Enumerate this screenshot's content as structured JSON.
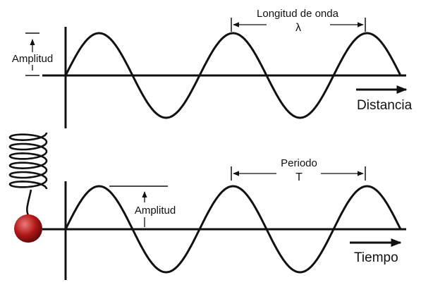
{
  "top_panel": {
    "amplitude_label": "Amplitud",
    "wavelength_label": "Longitud de onda",
    "wavelength_symbol": "λ",
    "axis_label": "Distancia"
  },
  "bottom_panel": {
    "amplitude_label": "Amplitud",
    "period_label": "Periodo",
    "period_symbol": "T",
    "axis_label": "Tiempo"
  },
  "colors": {
    "line": "#111111",
    "bob": "#b01818",
    "bob_highlight": "#e56a6a"
  }
}
